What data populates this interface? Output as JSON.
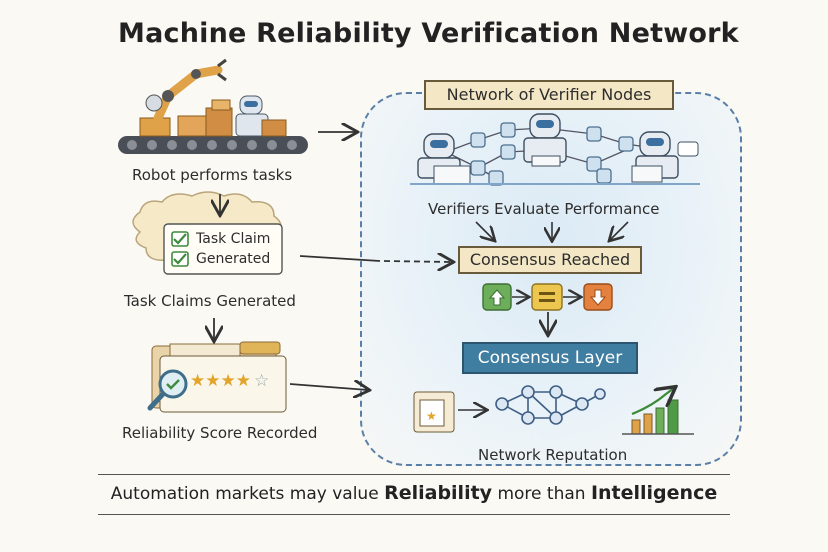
{
  "title": "Machine Reliability Verification Network",
  "steps": {
    "robot": "Robot performs tasks",
    "task_claim_card": [
      "Task Claim",
      "Generated"
    ],
    "claims": "Task Claims Generated",
    "score": "Reliability Score Recorded"
  },
  "network": {
    "header": "Network of Verifier Nodes",
    "evaluate": "Verifiers Evaluate Performance",
    "consensus_reached": "Consensus Reached",
    "consensus_layer": "Consensus Layer",
    "reputation": "Network Reputation"
  },
  "footer": {
    "prefix": "Automation markets may value ",
    "word1": "Reliability",
    "middle": " more than ",
    "word2": "Intelligence"
  },
  "colors": {
    "accent_blue": "#3f7da1",
    "parchment": "#f4e7c6",
    "up_green": "#5aa35a",
    "equal_yellow": "#e8c24a",
    "down_orange": "#e07a3a"
  }
}
